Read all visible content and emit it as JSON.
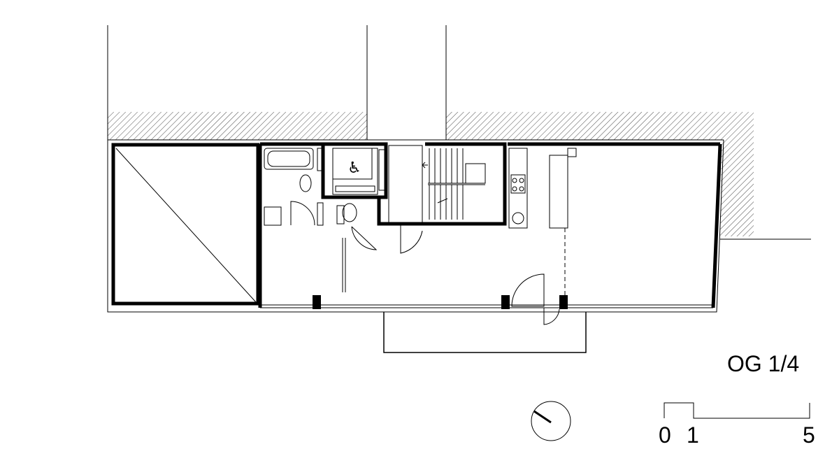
{
  "floor_label": "OG 1/4",
  "scale_bar": {
    "ticks": [
      "0",
      "1",
      "5"
    ]
  },
  "colors": {
    "line": "#000000",
    "background": "#ffffff"
  },
  "icons": {
    "accessible_toilet": "wheelchair-icon",
    "orientation": "north-arrow-icon"
  }
}
